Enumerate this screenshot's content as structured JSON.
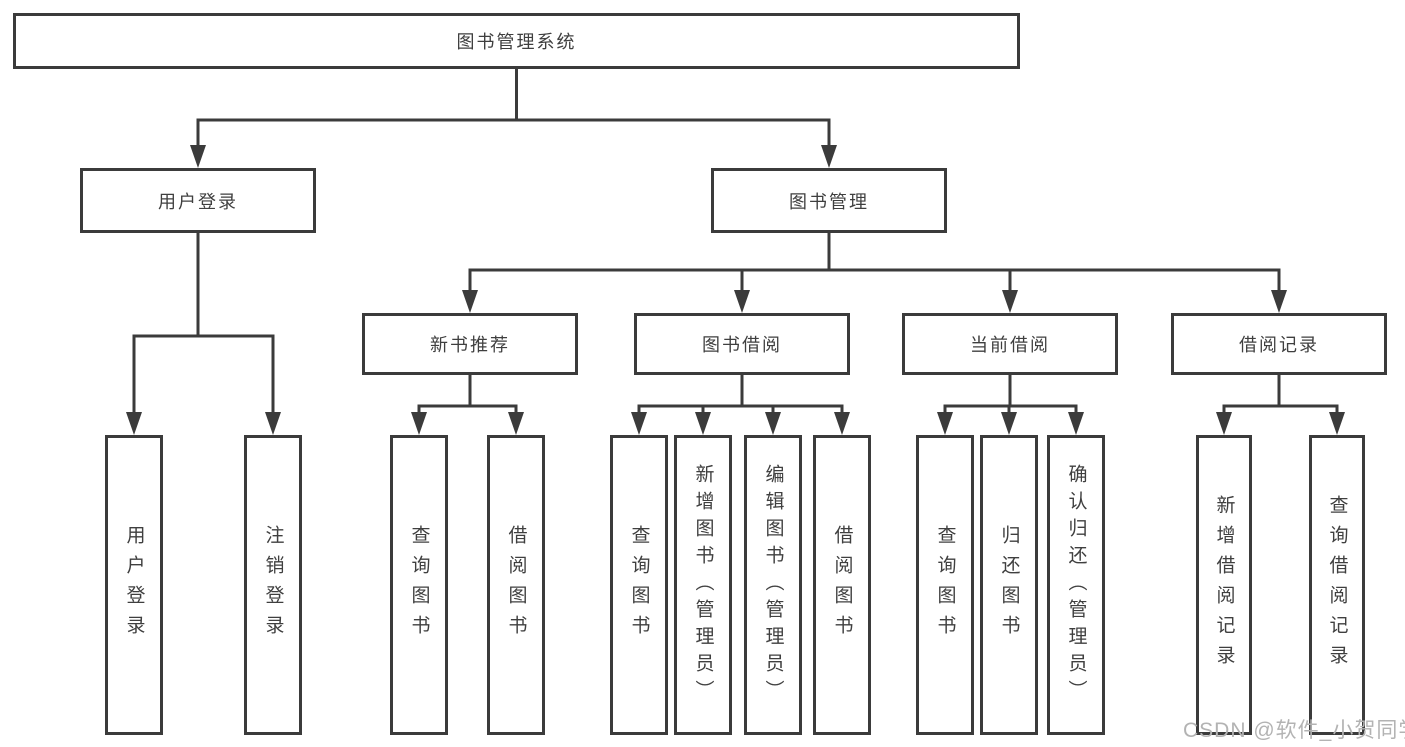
{
  "nodes": {
    "root": {
      "id": "library-management-system",
      "label": "图书管理系统"
    },
    "level2": [
      {
        "id": "user-login",
        "label": "用户登录"
      },
      {
        "id": "book-management",
        "label": "图书管理"
      }
    ],
    "level3": [
      {
        "id": "new-book-recommend",
        "label": "新书推荐",
        "parent": "book-management"
      },
      {
        "id": "book-borrowing",
        "label": "图书借阅",
        "parent": "book-management"
      },
      {
        "id": "current-borrowing",
        "label": "当前借阅",
        "parent": "book-management"
      },
      {
        "id": "borrowing-records",
        "label": "借阅记录",
        "parent": "book-management"
      }
    ],
    "leaves": [
      {
        "id": "user-login-leaf",
        "label": "用户登录",
        "parent": "user-login"
      },
      {
        "id": "logout",
        "label": "注销登录",
        "parent": "user-login"
      },
      {
        "id": "query-books-1",
        "label": "查询图书",
        "parent": "new-book-recommend"
      },
      {
        "id": "borrow-books-1",
        "label": "借阅图书",
        "parent": "new-book-recommend"
      },
      {
        "id": "query-books-2",
        "label": "查询图书",
        "parent": "book-borrowing"
      },
      {
        "id": "add-books-admin",
        "label": "新增图书（管理员）",
        "parent": "book-borrowing"
      },
      {
        "id": "edit-books-admin",
        "label": "编辑图书（管理员）",
        "parent": "book-borrowing"
      },
      {
        "id": "borrow-books-2",
        "label": "借阅图书",
        "parent": "book-borrowing"
      },
      {
        "id": "query-books-3",
        "label": "查询图书",
        "parent": "current-borrowing"
      },
      {
        "id": "return-books",
        "label": "归还图书",
        "parent": "current-borrowing"
      },
      {
        "id": "confirm-return-admin",
        "label": "确认归还（管理员）",
        "parent": "current-borrowing"
      },
      {
        "id": "add-borrow-record",
        "label": "新增借阅记录",
        "parent": "borrowing-records"
      },
      {
        "id": "query-borrow-record",
        "label": "查询借阅记录",
        "parent": "borrowing-records"
      }
    ]
  },
  "watermark": {
    "text": "CSDN @软件_小贺同学"
  },
  "colors": {
    "line": "#3b3b3b",
    "text": "#3f3f3f",
    "watermark_text": "#b3b3b3",
    "background": "#ffffff"
  }
}
